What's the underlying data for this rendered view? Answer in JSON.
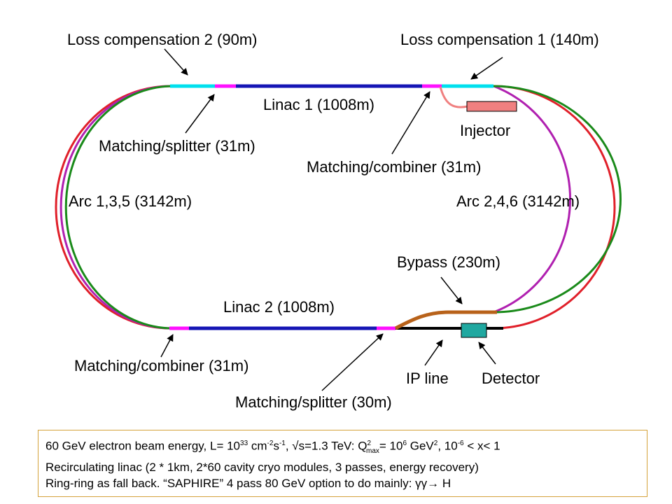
{
  "labels": {
    "loss_comp_2": "Loss compensation 2 (90m)",
    "loss_comp_1": "Loss compensation 1 (140m)",
    "linac1": "Linac 1 (1008m)",
    "injector": "Injector",
    "matching_splitter_31": "Matching/splitter (31m)",
    "matching_combiner_31_top": "Matching/combiner (31m)",
    "arc_135": "Arc 1,3,5 (3142m)",
    "arc_246": "Arc 2,4,6 (3142m)",
    "bypass": "Bypass (230m)",
    "linac2": "Linac 2 (1008m)",
    "matching_combiner_31_bottom": "Matching/combiner (31m)",
    "ip_line": "IP line",
    "detector": "Detector",
    "matching_splitter_30": "Matching/splitter (30m)"
  },
  "caption": {
    "line1": {
      "a": "60 GeV electron beam energy, L= 10",
      "a_sup": "33",
      "b": " cm",
      "b_sup": "-2",
      "c": "s",
      "c_sup": "-1",
      "d": ", √s=1.3 TeV: Q",
      "d_sup": "2",
      "d_sub": "max",
      "e": "= 10",
      "e_sup": "6",
      "f": " GeV",
      "f_sup": "2",
      "g": ", 10",
      "g_sup": "-6",
      "h": " < x< 1"
    },
    "line2": "Recirculating linac (2 * 1km, 2*60 cavity cryo modules, 3 passes, energy recovery)",
    "line3": "Ring-ring as fall back.  “SAPHIRE” 4 pass 80 GeV option to do mainly:  γγ→ H"
  },
  "colors": {
    "arc_outer": "#e0202a",
    "arc_middle": "#b020b0",
    "arc_inner": "#1a8a1a",
    "linac": "#1515b5",
    "matching": "#ff10ff",
    "loss_comp": "#00e0ee",
    "bypass": "#b8621a",
    "ip_line": "#000000",
    "detector": "#20a8a0",
    "injector": "#f08080"
  }
}
